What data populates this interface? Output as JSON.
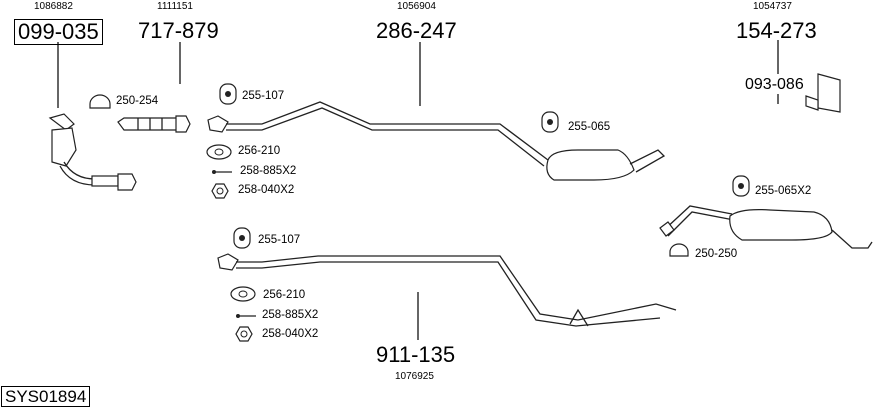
{
  "refs": {
    "ref_1086882": "1086882",
    "ref_1111151": "1111151",
    "ref_1056904": "1056904",
    "ref_1054737": "1054737",
    "ref_1076925": "1076925"
  },
  "parts": {
    "p_099_035": "099-035",
    "p_717_879": "717-879",
    "p_286_247": "286-247",
    "p_154_273": "154-273",
    "p_093_086": "093-086",
    "p_911_135": "911-135"
  },
  "small_parts": {
    "s_250_254": "250-254",
    "s_255_107_a": "255-107",
    "s_256_210_a": "256-210",
    "s_258_885_a": "258-885X2",
    "s_258_040_a": "258-040X2",
    "s_255_065": "255-065",
    "s_255_065x2": "255-065X2",
    "s_250_250": "250-250",
    "s_255_107_b": "255-107",
    "s_256_210_b": "256-210",
    "s_258_885_b": "258-885X2",
    "s_258_040_b": "258-040X2"
  },
  "system_id": "SYS01894",
  "colors": {
    "line": "#222222",
    "background": "#ffffff"
  }
}
